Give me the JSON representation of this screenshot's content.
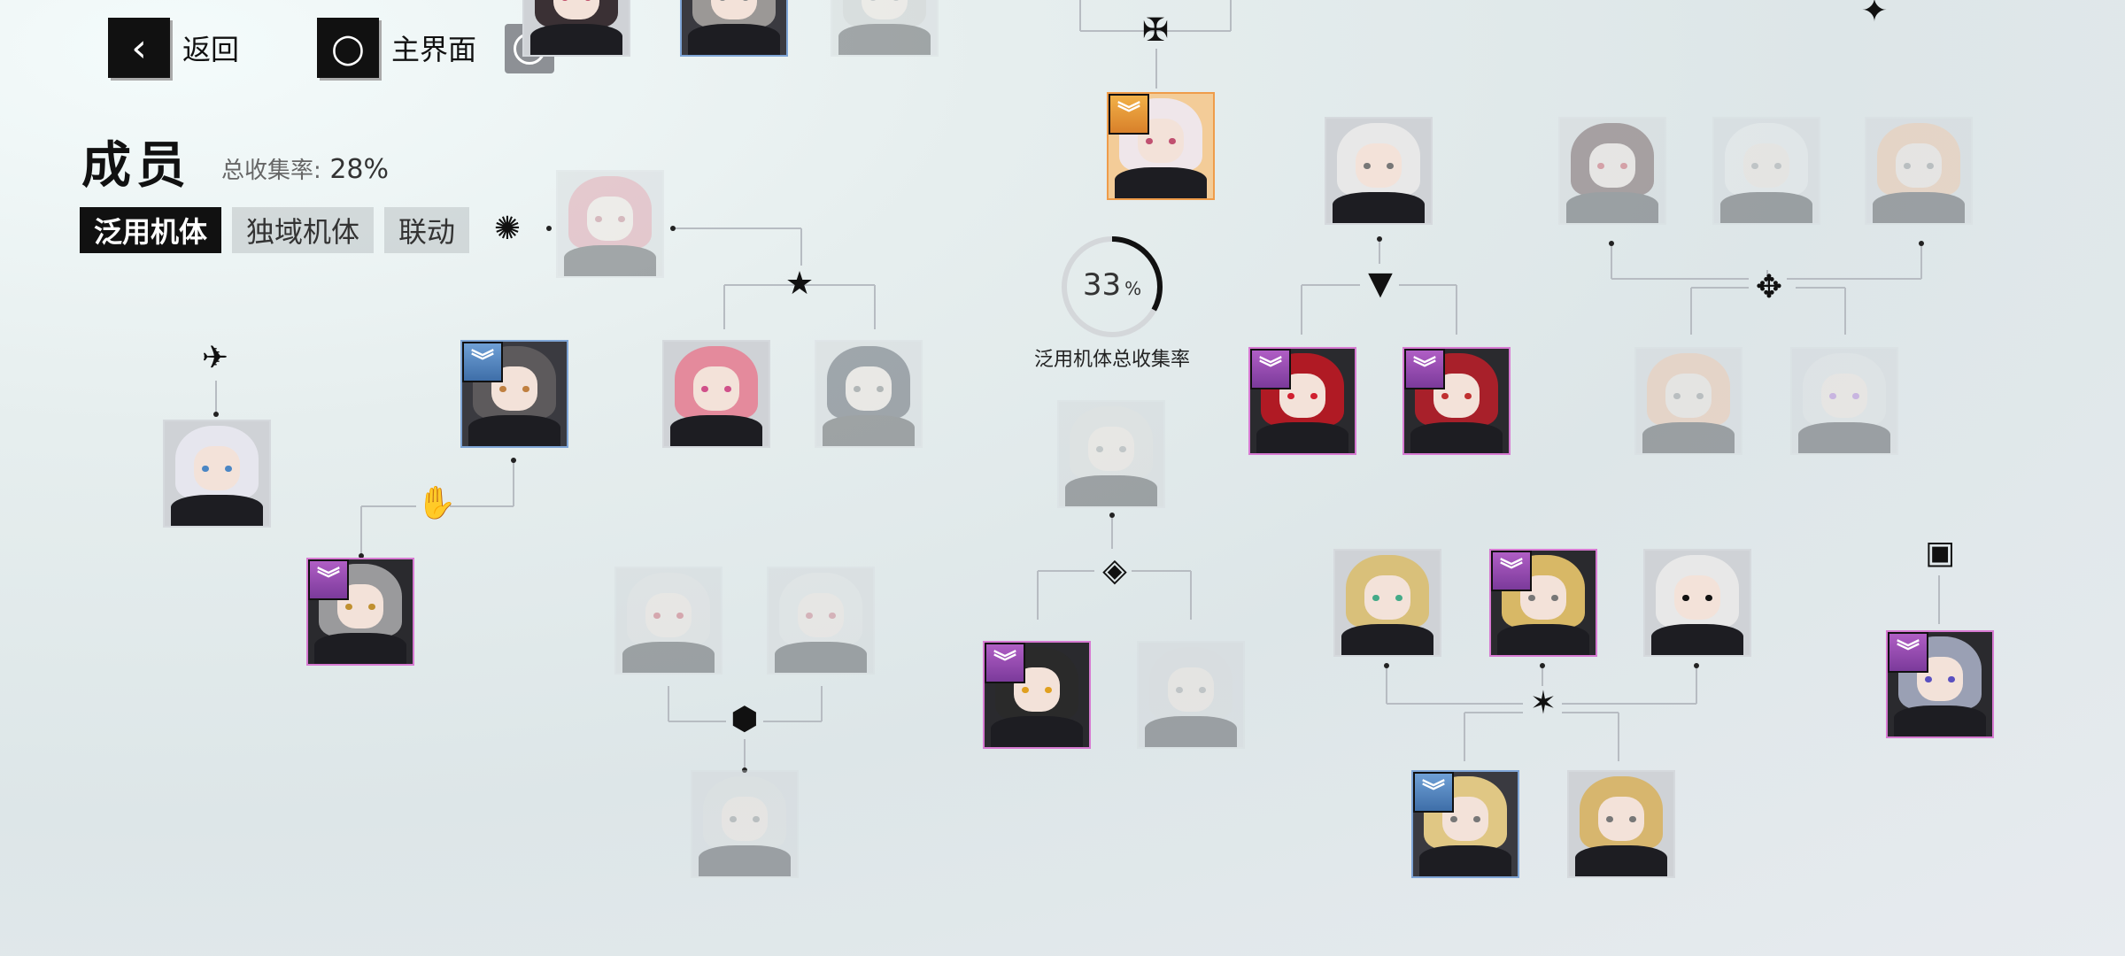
{
  "topbar": {
    "back_label": "返回",
    "home_label": "主界面",
    "back_icon": "chevron-left-icon",
    "home_icon": "circle-icon",
    "info_glyph": "!"
  },
  "page": {
    "title": "成员",
    "collect_label": "总收集率:",
    "collect_value": "28%"
  },
  "tabs": [
    {
      "label": "泛用机体",
      "active": true
    },
    {
      "label": "独域机体",
      "active": false
    },
    {
      "label": "联动",
      "active": false
    }
  ],
  "summary": {
    "percent": 33,
    "percent_text": "33",
    "percent_unit": "%",
    "label": "泛用机体总收集率"
  },
  "rank_glyph": "︾",
  "colors": {
    "accent_black": "#111111",
    "rank_purple": "#a552bd",
    "rank_blue": "#5587c2",
    "rank_gold": "#eaa03e",
    "border_pink": "#d77ad2",
    "border_blue": "#7fa5d6",
    "border_gold": "#ef9c4a"
  }
}
